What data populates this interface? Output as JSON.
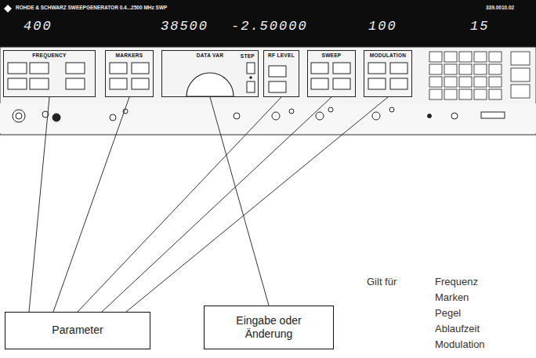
{
  "diagram": {
    "nodes": [
      {
        "text": [
          "FREQUENCY"
        ]
      },
      {
        "text": [
          "MARKERS"
        ]
      },
      {
        "text": [
          "DATA VAR",
          "STEP"
        ]
      },
      {
        "text": [
          "RF LEVEL"
        ]
      },
      {
        "text": [
          "SWEEP"
        ]
      },
      {
        "text": [
          "MODULATION"
        ]
      },
      {
        "text": [
          "Parameter"
        ]
      },
      {
        "text": [
          "Eingabe oder Änderung"
        ]
      }
    ],
    "edges": [
      {
        "from": 0,
        "to": 6,
        "arrow": "none"
      },
      {
        "from": 1,
        "to": 6,
        "arrow": "none"
      },
      {
        "from": 3,
        "to": 6,
        "arrow": "none"
      },
      {
        "from": 4,
        "to": 6,
        "arrow": "none"
      },
      {
        "from": 5,
        "to": 6,
        "arrow": "none"
      },
      {
        "from": 2,
        "to": 7,
        "arrow": "none"
      }
    ],
    "labels": [
      "ROHDE & SCHWARZ  SWEEPGENERATOR  0.4...2500 MHz  SWP",
      "339.0010.02",
      "400",
      "38500",
      "-2.50000",
      "100",
      "15",
      "Gilt für",
      "Frequenz",
      "Marken",
      "Pegel",
      "Ablaufzeit",
      "Modulation"
    ]
  }
}
